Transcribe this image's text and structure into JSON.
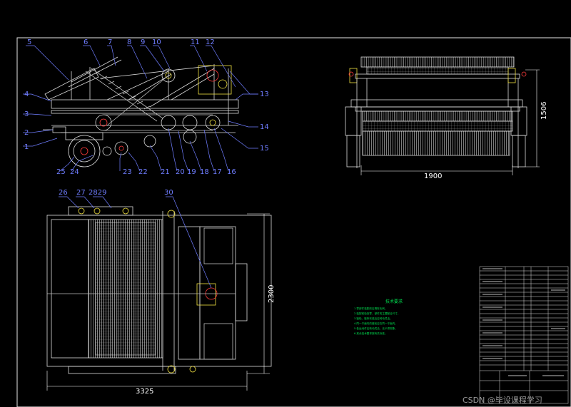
{
  "side_view_labels": [
    "1",
    "2",
    "3",
    "4",
    "5",
    "6",
    "7",
    "8",
    "9",
    "10",
    "11",
    "12",
    "13",
    "14",
    "15",
    "16",
    "17",
    "18",
    "19",
    "20",
    "21",
    "22",
    "23",
    "24",
    "25"
  ],
  "top_view_labels": [
    "26",
    "27",
    "2829",
    "30"
  ],
  "dimensions": {
    "front_width": "1900",
    "front_height": "1506",
    "plan_length": "3325",
    "plan_width": "2300"
  },
  "tech_notes": {
    "title": "技术要求",
    "lines": [
      "1.零部件装配前应清除毛刺。",
      "2.装配前检查零、部件的主要配合尺寸。",
      "3.链轮、链条安装后应转动灵活。",
      "4.同一平面内的链轮应在同一平面内。",
      "5.各运动件应转动灵活、无卡滞现象。",
      "6.其余技术要求按有关标准。"
    ]
  },
  "watermark": "CSDN @毕设课程学习",
  "colors": {
    "background": "#000000",
    "frame": "#ffffff",
    "drawing": "#dcdcdc",
    "accent_red": "#ff3b3b",
    "accent_yellow": "#f0e040",
    "leader": "#6f7dff",
    "notes": "#00e050"
  }
}
